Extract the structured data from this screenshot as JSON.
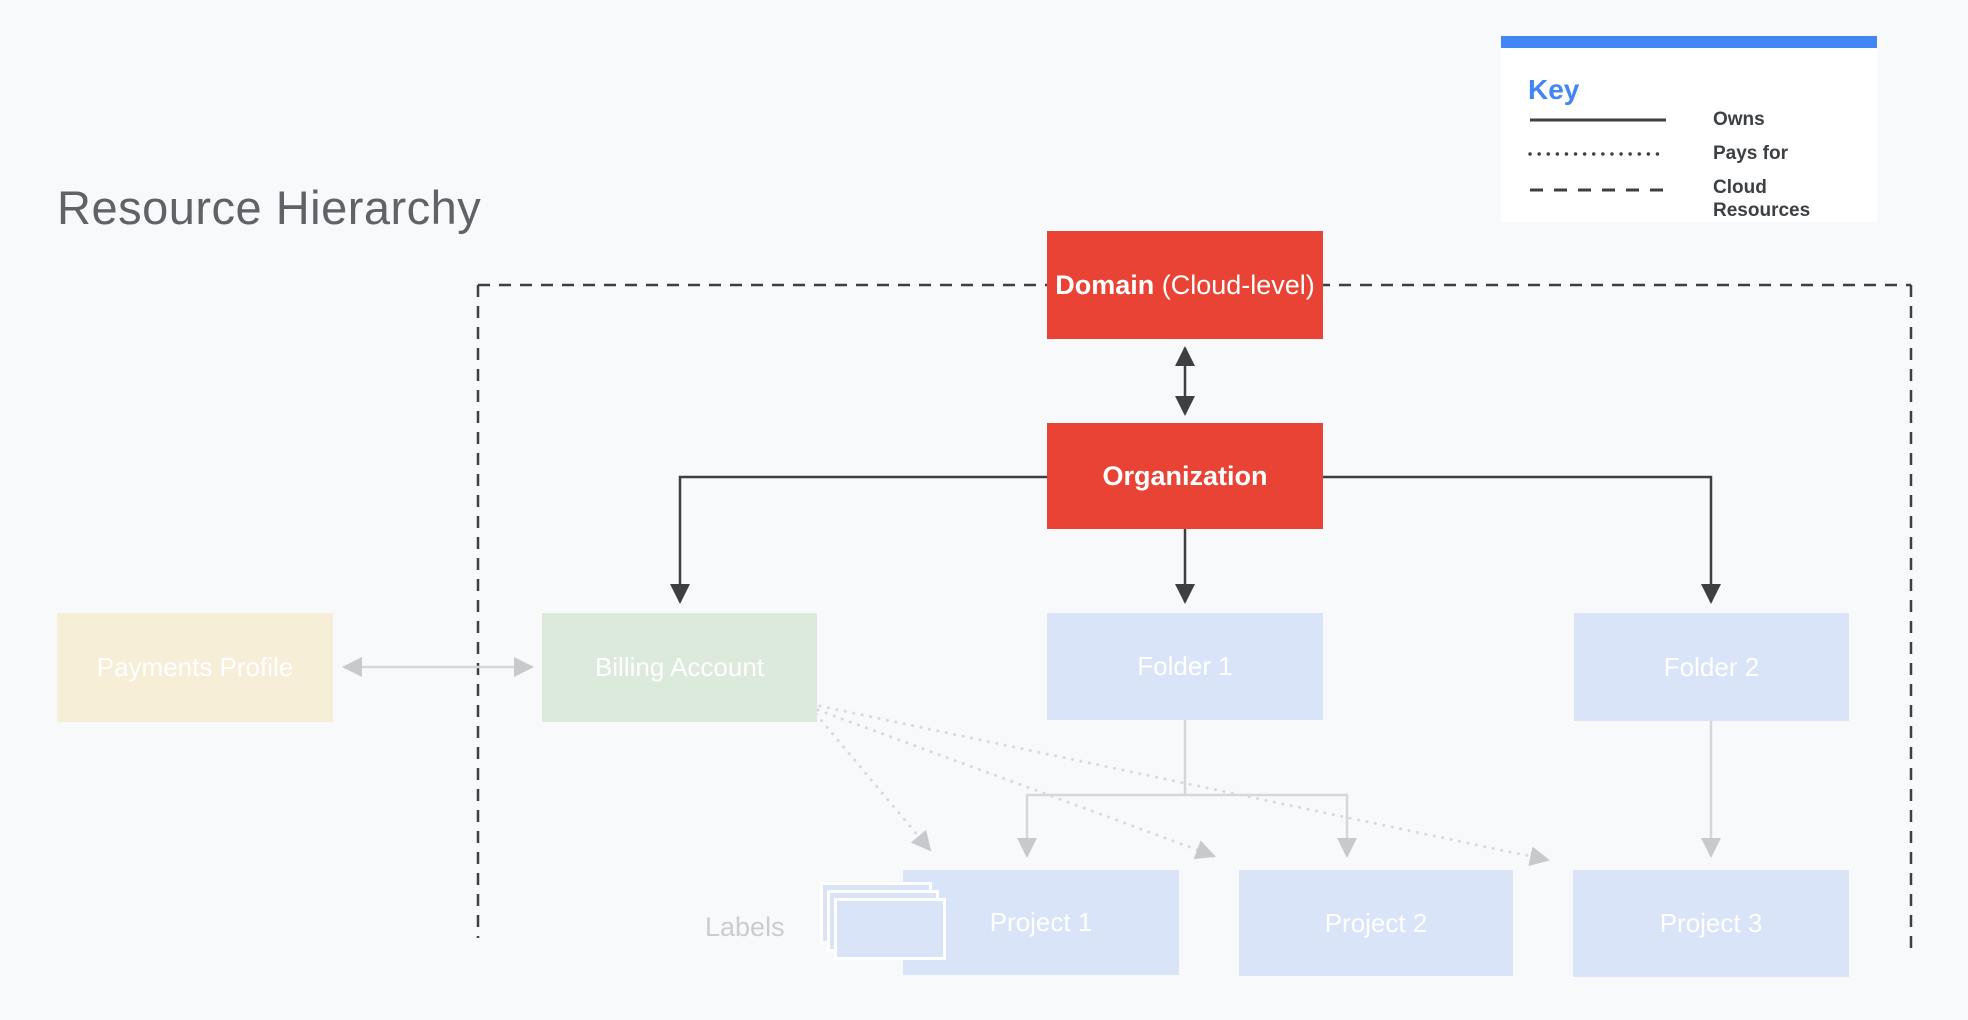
{
  "page": {
    "title": "Resource Hierarchy"
  },
  "key": {
    "title": "Key",
    "items": [
      {
        "label": "Owns",
        "line_style": "solid"
      },
      {
        "label": "Pays for",
        "line_style": "dotted"
      },
      {
        "label": "Cloud Resources",
        "line_style": "dashed"
      }
    ]
  },
  "nodes": {
    "domain": {
      "bold": "Domain",
      "suffix": " (Cloud-level)"
    },
    "organization": {
      "label": "Organization"
    },
    "payments_profile": {
      "label": "Payments Profile"
    },
    "billing_account": {
      "label": "Billing Account"
    },
    "folder1": {
      "label": "Folder 1"
    },
    "folder2": {
      "label": "Folder 2"
    },
    "project1": {
      "label": "Project 1"
    },
    "project2": {
      "label": "Project 2"
    },
    "project3": {
      "label": "Project 3"
    },
    "labels_caption": {
      "label": "Labels"
    }
  },
  "colors": {
    "background": "#F8F9FA",
    "red_box": "#E84335",
    "green_box": "#DCEADB",
    "cream_box": "#F7EED8",
    "blue_box": "#DAE4F8",
    "accent_blue": "#4285F4",
    "dark_line": "#3C4043",
    "light_gray_line": "#D5D7DA",
    "title_text": "#5F6368"
  }
}
